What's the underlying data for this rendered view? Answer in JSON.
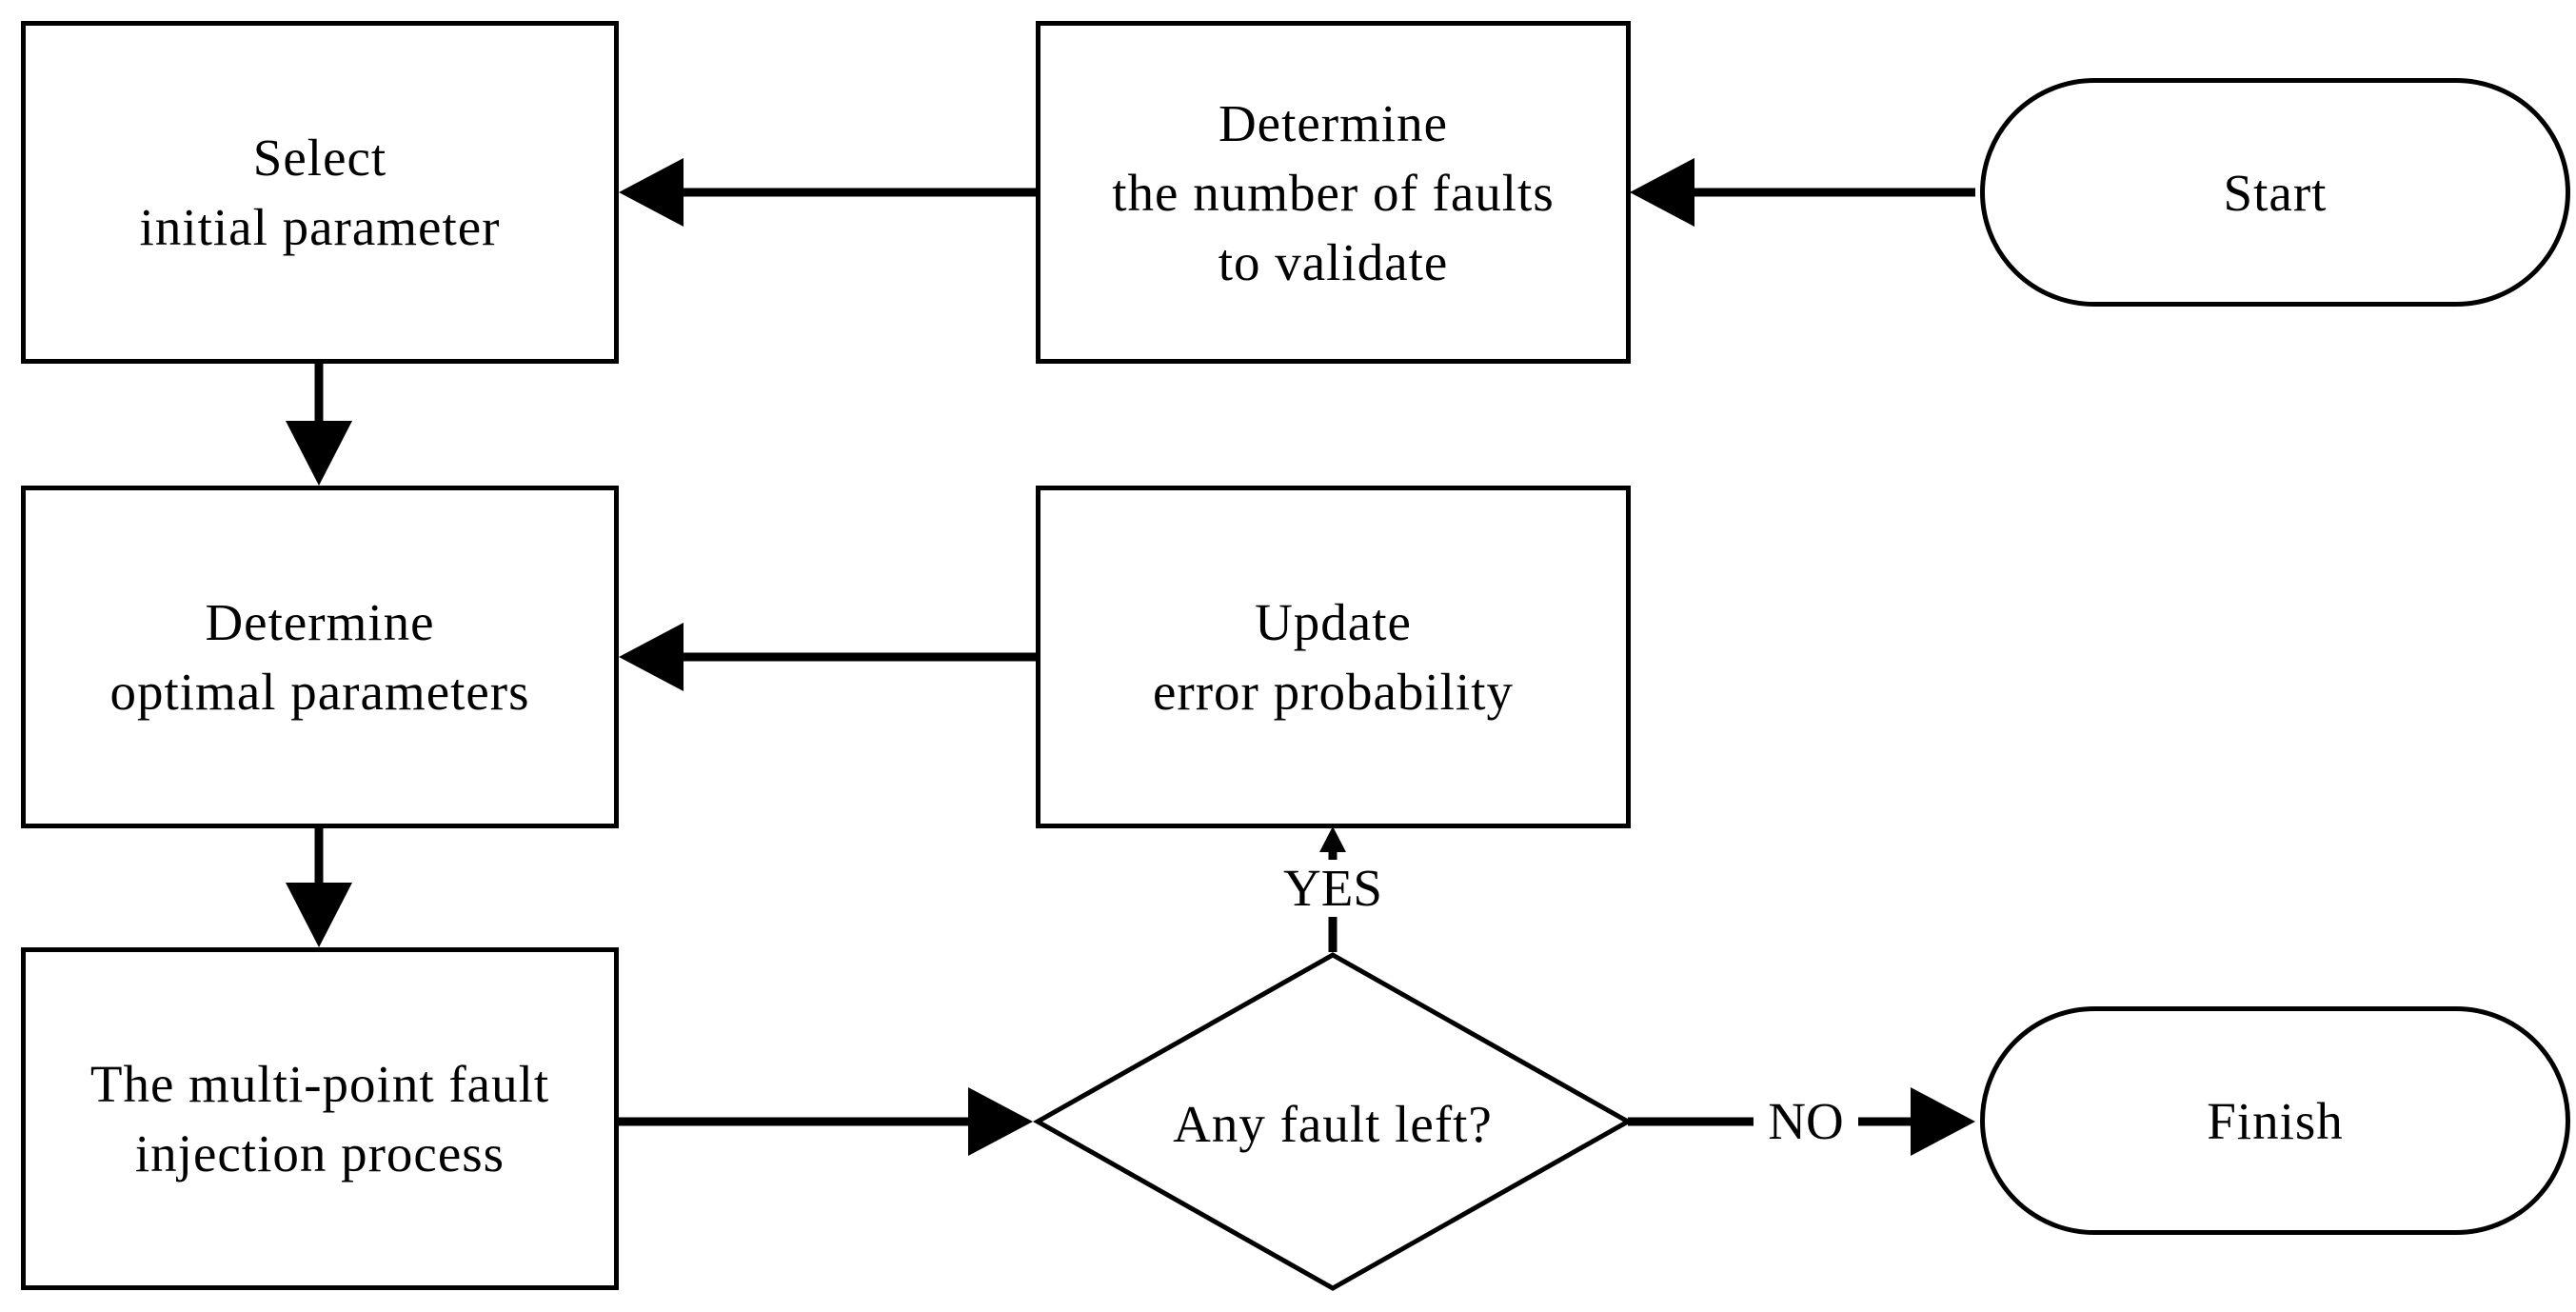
{
  "nodes": {
    "start": {
      "lines": [
        "Start"
      ]
    },
    "determine_faults": {
      "lines": [
        "Determine",
        "the number of faults",
        "to validate"
      ]
    },
    "select_initial": {
      "lines": [
        "Select",
        "initial parameter"
      ]
    },
    "determine_optimal": {
      "lines": [
        "Determine",
        "optimal parameters"
      ]
    },
    "update_error": {
      "lines": [
        "Update",
        "error probability"
      ]
    },
    "injection_process": {
      "lines": [
        "The multi-point fault",
        "injection process"
      ]
    },
    "decision": {
      "text": "Any fault left?"
    },
    "finish": {
      "lines": [
        "Finish"
      ]
    }
  },
  "edges": {
    "yes_label": "YES",
    "no_label": "NO"
  },
  "colors": {
    "stroke": "#000000",
    "background": "#ffffff"
  }
}
